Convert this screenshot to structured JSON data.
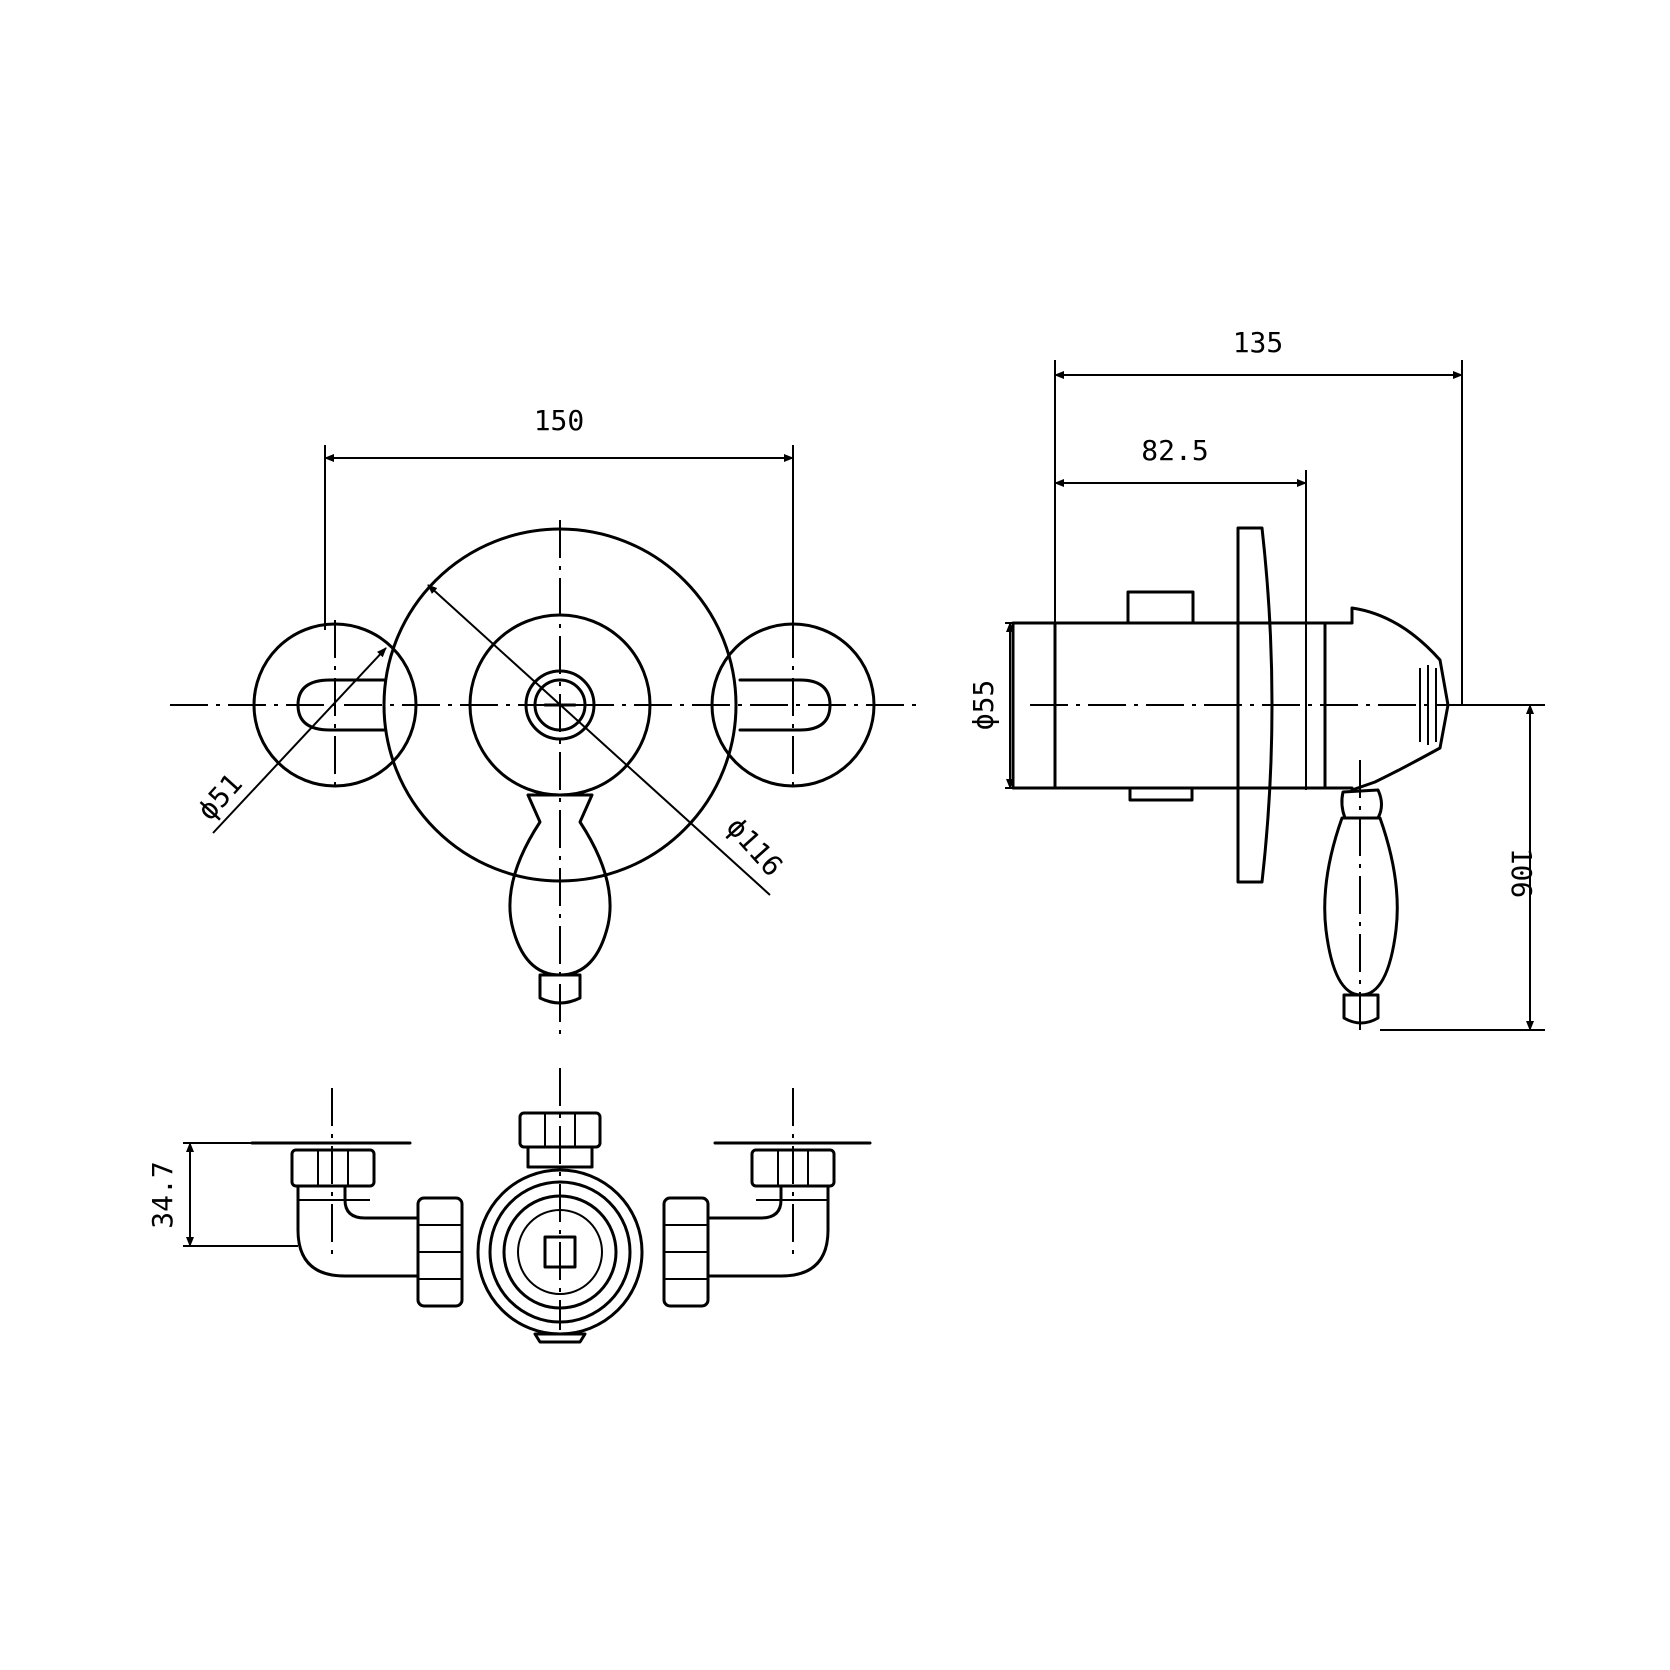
{
  "front_view": {
    "width_dim": "150",
    "small_dia": "ϕ51",
    "large_dia": "ϕ116"
  },
  "side_view": {
    "depth_overall": "135",
    "depth_plate": "82.5",
    "body_dia": "ϕ55",
    "lever_drop": "106"
  },
  "bottom_view": {
    "height_dim": "34.7"
  },
  "colors": {
    "line": "#000000",
    "background": "#ffffff"
  }
}
